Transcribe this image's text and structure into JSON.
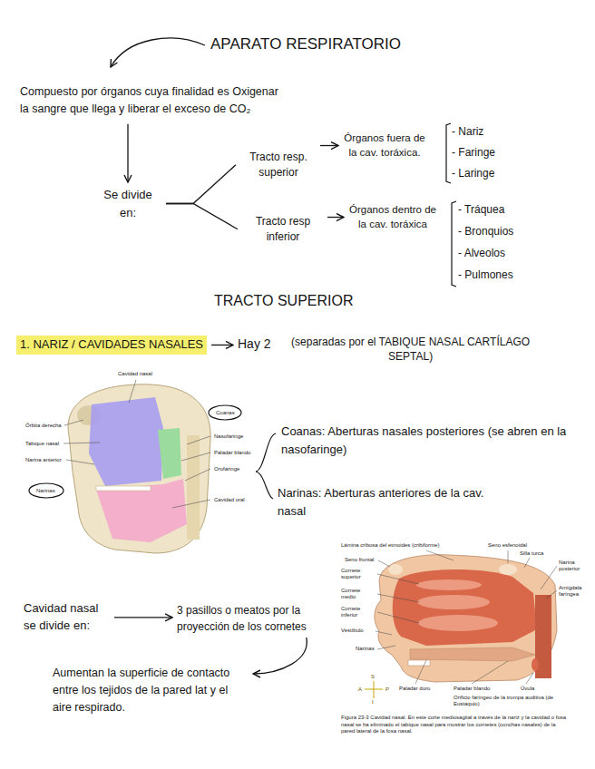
{
  "diagram": {
    "title": "APARATO RESPIRATORIO",
    "nodes": [
      {
        "text": [
          "Compuesto por órganos cuya finalidad es Oxigenar la sangre que llega y liberar el exceso de CO₂"
        ]
      },
      {
        "text": [
          "Se divide en:"
        ]
      },
      {
        "text": [
          "Tracto resp. superior"
        ]
      },
      {
        "text": [
          "Tracto resp inferior"
        ]
      },
      {
        "text": [
          "Órganos fuera de la cav. toráxica."
        ]
      },
      {
        "text": [
          "Órganos dentro de la cav. toráxica"
        ]
      },
      {
        "text": [
          "1. NARIZ / CAVIDADES NASALES"
        ]
      },
      {
        "text": [
          "Hay 2",
          "(separadas por el TABIQUE NASAL CARTÍLAGO SEPTAL)"
        ]
      },
      {
        "text": [
          "Cavidad nasal se divide en:"
        ]
      },
      {
        "text": [
          "3 pasillos o meatos por la proyección de los cornetes"
        ]
      },
      {
        "text": [
          "Aumentan la superficie de contacto entre los tejidos de la pared lat y el aire respirado."
        ]
      }
    ],
    "edges": [
      {
        "from": 0,
        "to": 1,
        "arrow": "to"
      },
      {
        "from": 1,
        "to": 2,
        "arrow": "none"
      },
      {
        "from": 1,
        "to": 3,
        "arrow": "none"
      },
      {
        "from": 2,
        "to": 4,
        "arrow": "to"
      },
      {
        "from": 3,
        "to": 5,
        "arrow": "to"
      },
      {
        "from": 6,
        "to": 7,
        "arrow": "to"
      },
      {
        "from": 8,
        "to": 9,
        "arrow": "to"
      },
      {
        "from": 9,
        "to": 10,
        "arrow": "to"
      }
    ],
    "labels": [
      "- Nariz",
      "- Faringe",
      "- Laringe",
      "- Tráquea",
      "- Bronquios",
      "- Alveolos",
      "- Pulmones",
      "TRACTO SUPERIOR",
      "Coanas: Aberturas nasales posteriores (se abren en la nasofaringe)",
      "Narinas: Aberturas anteriores de la cav. nasal",
      "Cavidad nasal",
      "Órbita derecha",
      "Tabique nasal",
      "Narina anterior",
      "Narinas",
      "Coanas",
      "Nasofaringe",
      "Paladar blando",
      "Orofaringe",
      "Cavidad oral",
      "Lámina cribosa del etmoides (cribiforme)",
      "Seno esfenoidal",
      "Seno frontal",
      "Silla turca",
      "Cornete superior",
      "Narina posterior",
      "Cornete medio",
      "Amígdala faríngea",
      "Cornete inferior",
      "Vestíbulo",
      "Narinas",
      "Paladar duro",
      "Paladar blando",
      "Úvula",
      "Orificio faríngeo de la trompa auditiva (de Eustaquio)",
      "S",
      "A",
      "P",
      "I",
      "Figura 23-3 Cavidad nasal. En este corte mediosagital a través de la nariz y la cavidad o fosa nasal se ha eliminado el tabique nasal para mostrar los cornetes (conchas nasales) de la pared lateral de la fosa nasal."
    ]
  }
}
